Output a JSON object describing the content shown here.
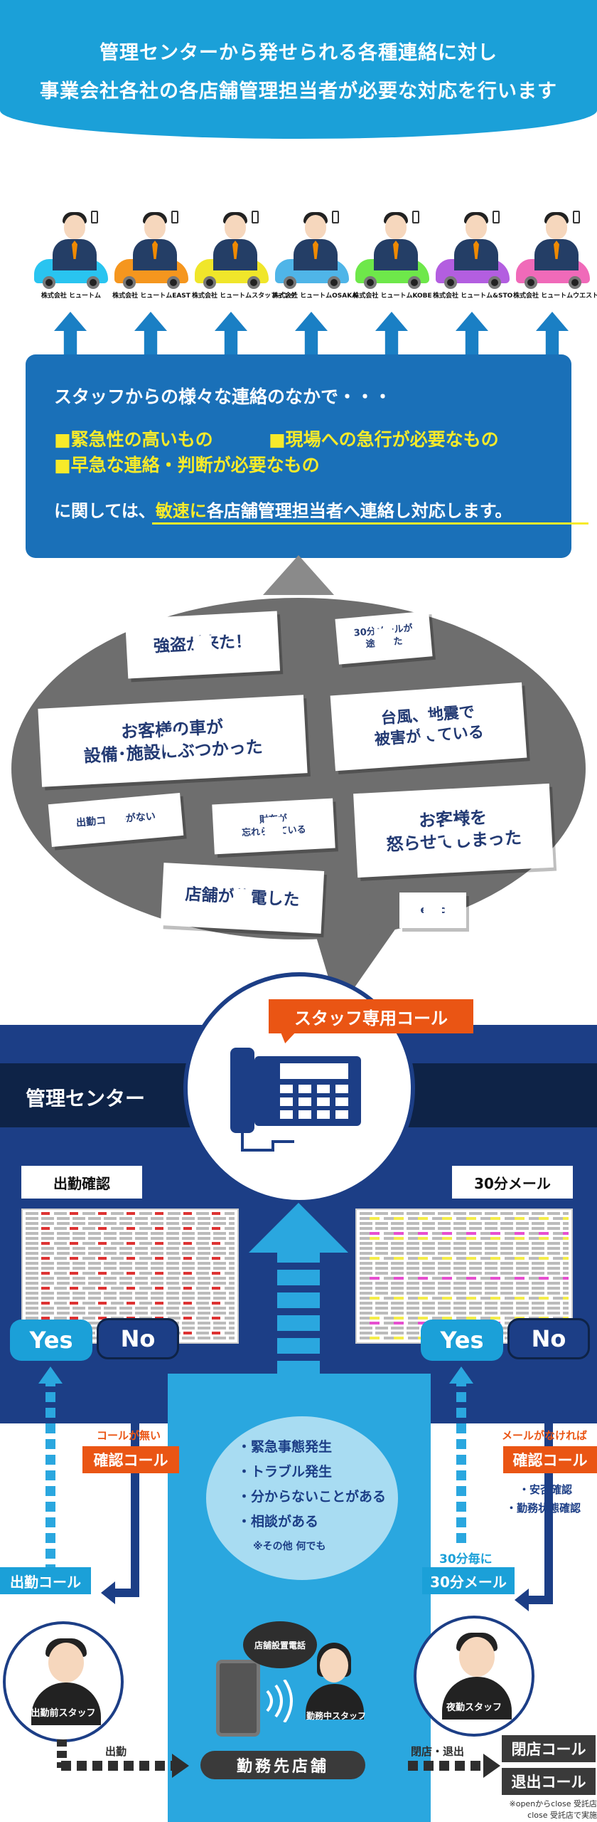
{
  "header": {
    "line1": "管理センターから発せられる各種連絡に対し",
    "line2": "事業会社各社の各店舗管理担当者が必要な対応を行います"
  },
  "companies": [
    {
      "label": "株式会社 ヒュートム",
      "car_color": "#29c4f0"
    },
    {
      "label": "株式会社 ヒュートムEAST",
      "car_color": "#f5961e"
    },
    {
      "label": "株式会社 ヒュートムスタッフィング",
      "car_color": "#f0e62a"
    },
    {
      "label": "株式会社 ヒュートムOSAKA",
      "car_color": "#4fb5e8"
    },
    {
      "label": "株式会社 ヒュートムKOBE",
      "car_color": "#6ee84a"
    },
    {
      "label": "株式会社 ヒュートム&STO",
      "car_color": "#b35ee0"
    },
    {
      "label": "株式会社 ヒュートムウエスト",
      "car_color": "#f06ab9"
    }
  ],
  "bluebox": {
    "intro": "スタッフからの様々な連絡のなかで・・・",
    "item1": "■緊急性の高いもの",
    "item2": "■現場への急行が必要なもの",
    "item3": "■早急な連絡・判断が必要なもの",
    "closing_pre": "に関しては、",
    "closing_hl": "敏速に",
    "closing_post": "各店舗管理担当者へ連絡し対応します。"
  },
  "bubbles": {
    "robber": "強盗が来た！",
    "mail_stopped": "30分メールが\n途絶えた",
    "car_hit": "お客様の車が\n設備･施設にぶつかった",
    "disaster": "台風、地震で\n被害がでている",
    "no_call": "出勤コールがない",
    "wallet": "財布が\n忘れられている",
    "angry": "お客様を\n怒らせてしまった",
    "blackout": "店舗が停電した",
    "etc": "e.t.c"
  },
  "center": {
    "staff_call": "スタッフ専用コール",
    "label": "管理センター"
  },
  "left_panel": {
    "title": "出勤確認",
    "yes": "Yes",
    "no": "No",
    "no_call_note": "コールが無い",
    "confirm_call": "確認コール",
    "attendance_call": "出勤コール"
  },
  "right_panel": {
    "title": "30分メール",
    "yes": "Yes",
    "no": "No",
    "no_mail_note": "メールがなければ",
    "confirm_call": "確認コール",
    "check1": "・安否確認",
    "check2": "・勤務状態確認",
    "every30": "30分毎に",
    "mail30": "30分メール"
  },
  "issues": {
    "i1": "・緊急事態発生",
    "i2": "・トラブル発生",
    "i3": "・分からないことがある",
    "i4": "・相談がある",
    "other": "※その他 何でも"
  },
  "people": {
    "before": "出勤前スタッフ",
    "working": "勤務中スタッフ",
    "night": "夜勤スタッフ",
    "store_phone": "店舗設置電話"
  },
  "flow": {
    "go_to_work": "出勤",
    "store": "勤務先店舗",
    "close_exit": "閉店・退出",
    "close_call": "閉店コール",
    "exit_call": "退出コール",
    "footnote1": "※openからclose 受託店",
    "footnote2": "close 受託店で実施"
  }
}
